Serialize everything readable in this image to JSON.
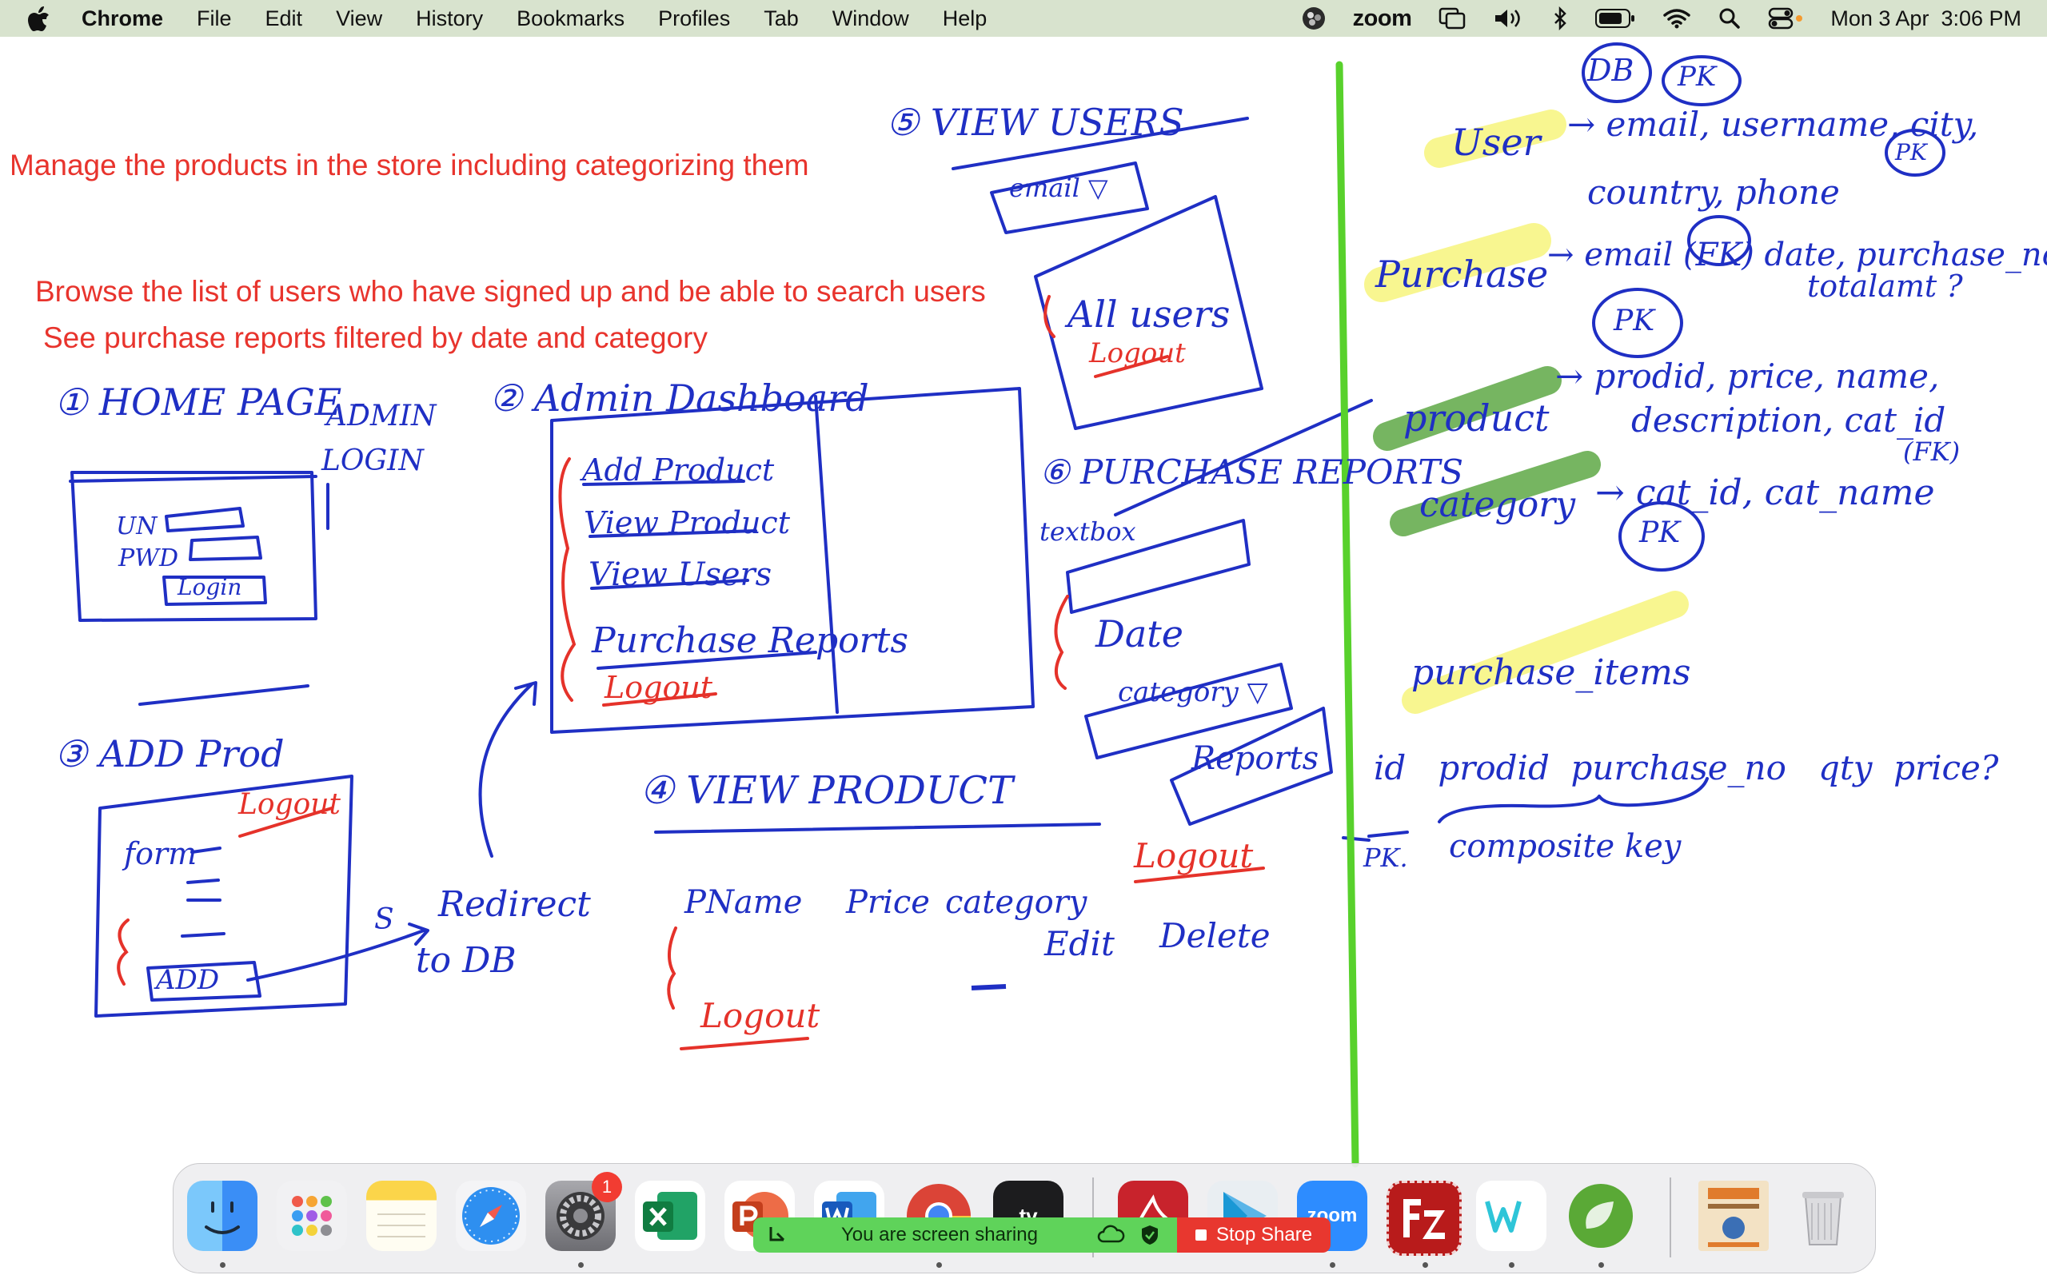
{
  "menubar": {
    "app_name": "Chrome",
    "menus": [
      "File",
      "Edit",
      "View",
      "History",
      "Bookmarks",
      "Profiles",
      "Tab",
      "Window",
      "Help"
    ],
    "status_icons": [
      "obs-icon",
      "zoom-logo",
      "screen-mirroring-icon",
      "volume-icon",
      "bluetooth-icon",
      "battery-icon",
      "wifi-icon",
      "spotlight-search-icon",
      "control-center-icon"
    ],
    "zoom_label": "zoom",
    "clock": "Mon 3 Apr  3:06 PM"
  },
  "typed_notes": [
    "Manage the products in the store including categorizing them",
    "Browse the list of users who have signed up and be able to search users",
    "See purchase reports filtered by date and category"
  ],
  "handwriting": {
    "home": {
      "title": "① HOME PAGE -",
      "sub1": "ADMIN",
      "sub2": "LOGIN",
      "un": "UN",
      "pwd": "PWD",
      "login": "Login"
    },
    "dashboard": {
      "title": "② Admin Dashboard",
      "items": [
        "Add Product",
        "View Product",
        "View Users",
        "Purchase Reports"
      ],
      "logout": "Logout"
    },
    "add_prod": {
      "title": "③ ADD Prod",
      "form": "form",
      "logout": "Logout",
      "add": "ADD",
      "s": "S",
      "redirect1": "Redirect",
      "redirect2": "to DB"
    },
    "view_product": {
      "title": "④ VIEW PRODUCT",
      "cols": [
        "PName",
        "Price",
        "category"
      ],
      "edit": "Edit",
      "delete": "Delete",
      "logout": "Logout"
    },
    "view_users": {
      "title": "⑤ VIEW USERS",
      "email": "email ▽",
      "all_users": "All users",
      "logout": "Logout"
    },
    "purchase_reports": {
      "title": "⑥ PURCHASE REPORTS",
      "textbox": "textbox",
      "date": "Date",
      "category": "category ▽",
      "reports": "Reports",
      "logout": "Logout"
    },
    "db": {
      "db": "DB",
      "pk": "PK",
      "user": "User",
      "user_fields": "→ email, username, city,",
      "user_fields2": "country, phone",
      "purchase": "Purchase",
      "purchase_fields": "→ email (FK) date, purchase_no,",
      "purchase_fields2": "totalamt ?",
      "product": "product",
      "product_fields": "→ prodid, price, name,",
      "product_fields2": "description, cat_id",
      "fk": "(FK)",
      "category": "category",
      "category_fields": "→ cat_id, cat_name",
      "purchase_items": "purchase_items",
      "pi_fields": "id   prodid  purchase_no   qty  price?",
      "pk_short": "PK.",
      "composite": "composite key"
    }
  },
  "dock": {
    "apps": [
      {
        "name": "finder-icon",
        "color": "#3a8ef6"
      },
      {
        "name": "launchpad-icon",
        "color": "#f2f2f2"
      },
      {
        "name": "notes-icon",
        "color": "#fbd54a"
      },
      {
        "name": "safari-icon",
        "color": "#2e8ff0"
      },
      {
        "name": "system-settings-icon",
        "color": "#8d8d92"
      },
      {
        "name": "excel-icon",
        "color": "#1d7a45"
      },
      {
        "name": "powerpoint-icon",
        "color": "#d24726"
      },
      {
        "name": "word-icon",
        "color": "#2b5cad"
      },
      {
        "name": "chrome-icon",
        "color": "#e7e7e7"
      },
      {
        "name": "apple-tv-icon",
        "color": "#1c1c1e"
      },
      {
        "name": "acrobat-icon",
        "color": "#c8232c"
      },
      {
        "name": "prime-video-icon",
        "color": "#5ab5e8"
      },
      {
        "name": "zoom-icon",
        "color": "#2d8cff"
      },
      {
        "name": "filezilla-icon",
        "color": "#b81b1b"
      },
      {
        "name": "webstorm-icon",
        "color": "#ffffff"
      },
      {
        "name": "spring-tools-icon",
        "color": "#5aa936"
      },
      {
        "name": "document-thumbnail-icon",
        "color": "#f3e2c4"
      },
      {
        "name": "trash-icon",
        "color": "#d7d7da"
      }
    ],
    "settings_badge": "1",
    "zoom_label": "zoom",
    "screen_share": {
      "message": "You are screen sharing",
      "stop_label": "Stop Share"
    }
  }
}
